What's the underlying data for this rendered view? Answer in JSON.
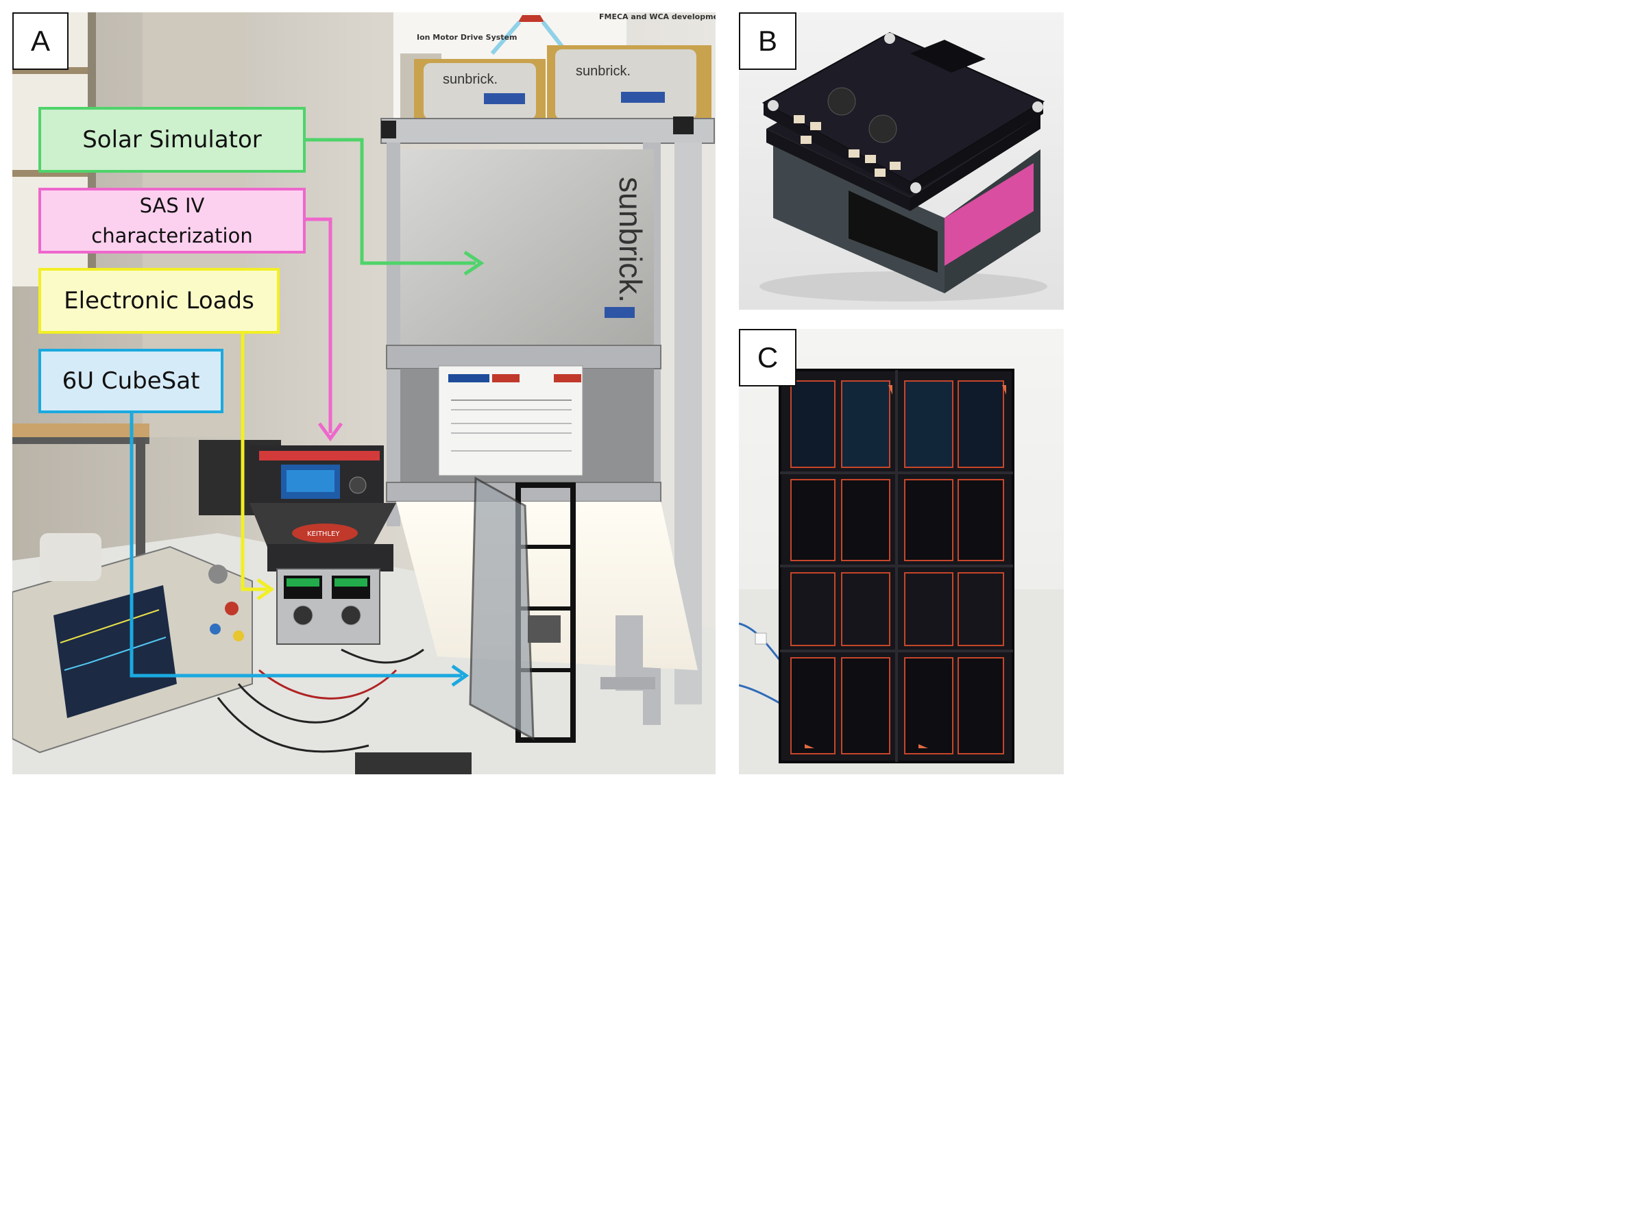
{
  "panels": {
    "a": {
      "label": "A"
    },
    "b": {
      "label": "B"
    },
    "c": {
      "label": "C"
    }
  },
  "callouts": {
    "solar_simulator": "Solar Simulator",
    "sas_iv_line1": "SAS IV",
    "sas_iv_line2": "characterization",
    "electronic_loads": "Electronic Loads",
    "cubesat": "6U CubeSat"
  },
  "equipment_text": {
    "sunbrick_brand": "sunbrick.",
    "poster_heading_1": "Ion Motor Drive System",
    "poster_heading_2": "FMECA and WCA development",
    "keithley_brand": "KEITHLEY"
  },
  "arrow_colors": {
    "solar_simulator": "#4fd36a",
    "sas_iv": "#ee67cc",
    "electronic_loads": "#f2ef23",
    "cubesat": "#1ba9df"
  }
}
